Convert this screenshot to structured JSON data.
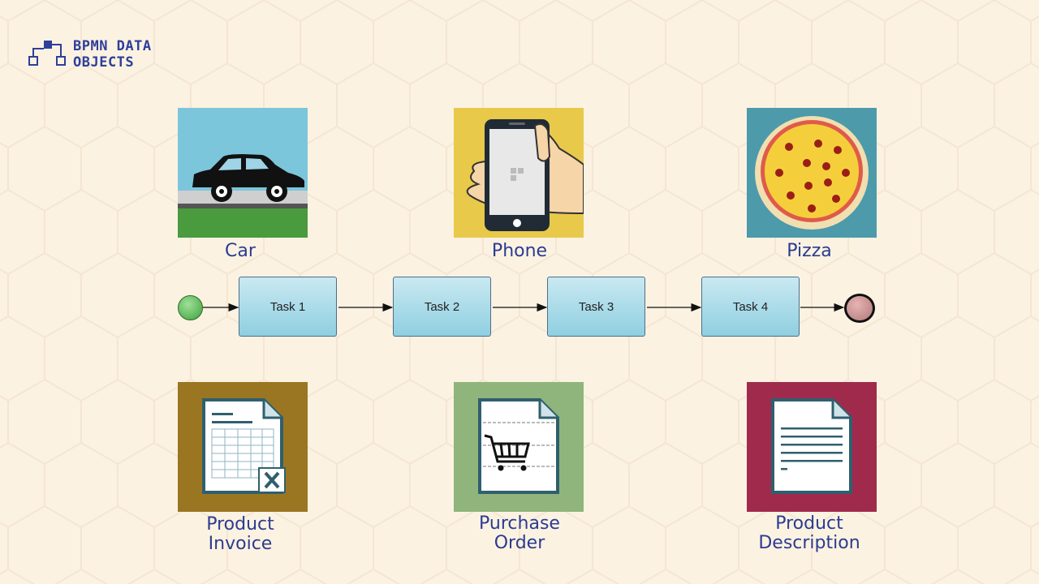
{
  "logo": {
    "line1": "BPMN DATA",
    "line2": "OBJECTS"
  },
  "process": {
    "tasks": [
      "Task 1",
      "Task 2",
      "Task 3",
      "Task 4"
    ]
  },
  "objects_top": [
    {
      "label": "Car",
      "icon": "car-icon"
    },
    {
      "label": "Phone",
      "icon": "phone-icon"
    },
    {
      "label": "Pizza",
      "icon": "pizza-icon"
    }
  ],
  "objects_bottom": [
    {
      "label_line1": "Product",
      "label_line2": "Invoice",
      "icon": "invoice-document-icon"
    },
    {
      "label_line1": "Purchase",
      "label_line2": "Order",
      "icon": "purchase-order-document-icon"
    },
    {
      "label_line1": "Product",
      "label_line2": "Description",
      "icon": "description-document-icon"
    }
  ],
  "colors": {
    "background": "#fcf2e2",
    "label_text": "#2b3c8f",
    "task_fill": "#a9dcea",
    "start_event": "#4caf50",
    "end_event": "#c08888"
  }
}
